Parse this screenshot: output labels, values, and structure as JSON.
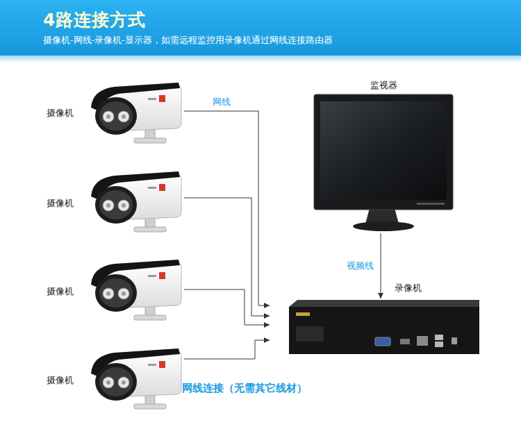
{
  "diagram": {
    "title": "4路连接方式",
    "nodes": [
      {
        "text": [
          "摄像机"
        ]
      },
      {
        "text": [
          "摄像机"
        ]
      },
      {
        "text": [
          "摄像机"
        ]
      },
      {
        "text": [
          "摄像机"
        ]
      },
      {
        "text": [
          "监视器"
        ]
      },
      {
        "text": [
          "录像机"
        ]
      }
    ],
    "edges": [
      {
        "from": 0,
        "to": 5,
        "arrow": "to",
        "label": "网线"
      },
      {
        "from": 1,
        "to": 5,
        "arrow": "to"
      },
      {
        "from": 2,
        "to": 5,
        "arrow": "to"
      },
      {
        "from": 3,
        "to": 5,
        "arrow": "to"
      },
      {
        "from": 4,
        "to": 5,
        "arrow": "to",
        "label": "视频线"
      }
    ],
    "labels": [
      "摄像机-网线-录像机-显示器，如需远程监控用录像机通过网线连接路由器",
      "网线连接（无需其它线材）"
    ]
  }
}
